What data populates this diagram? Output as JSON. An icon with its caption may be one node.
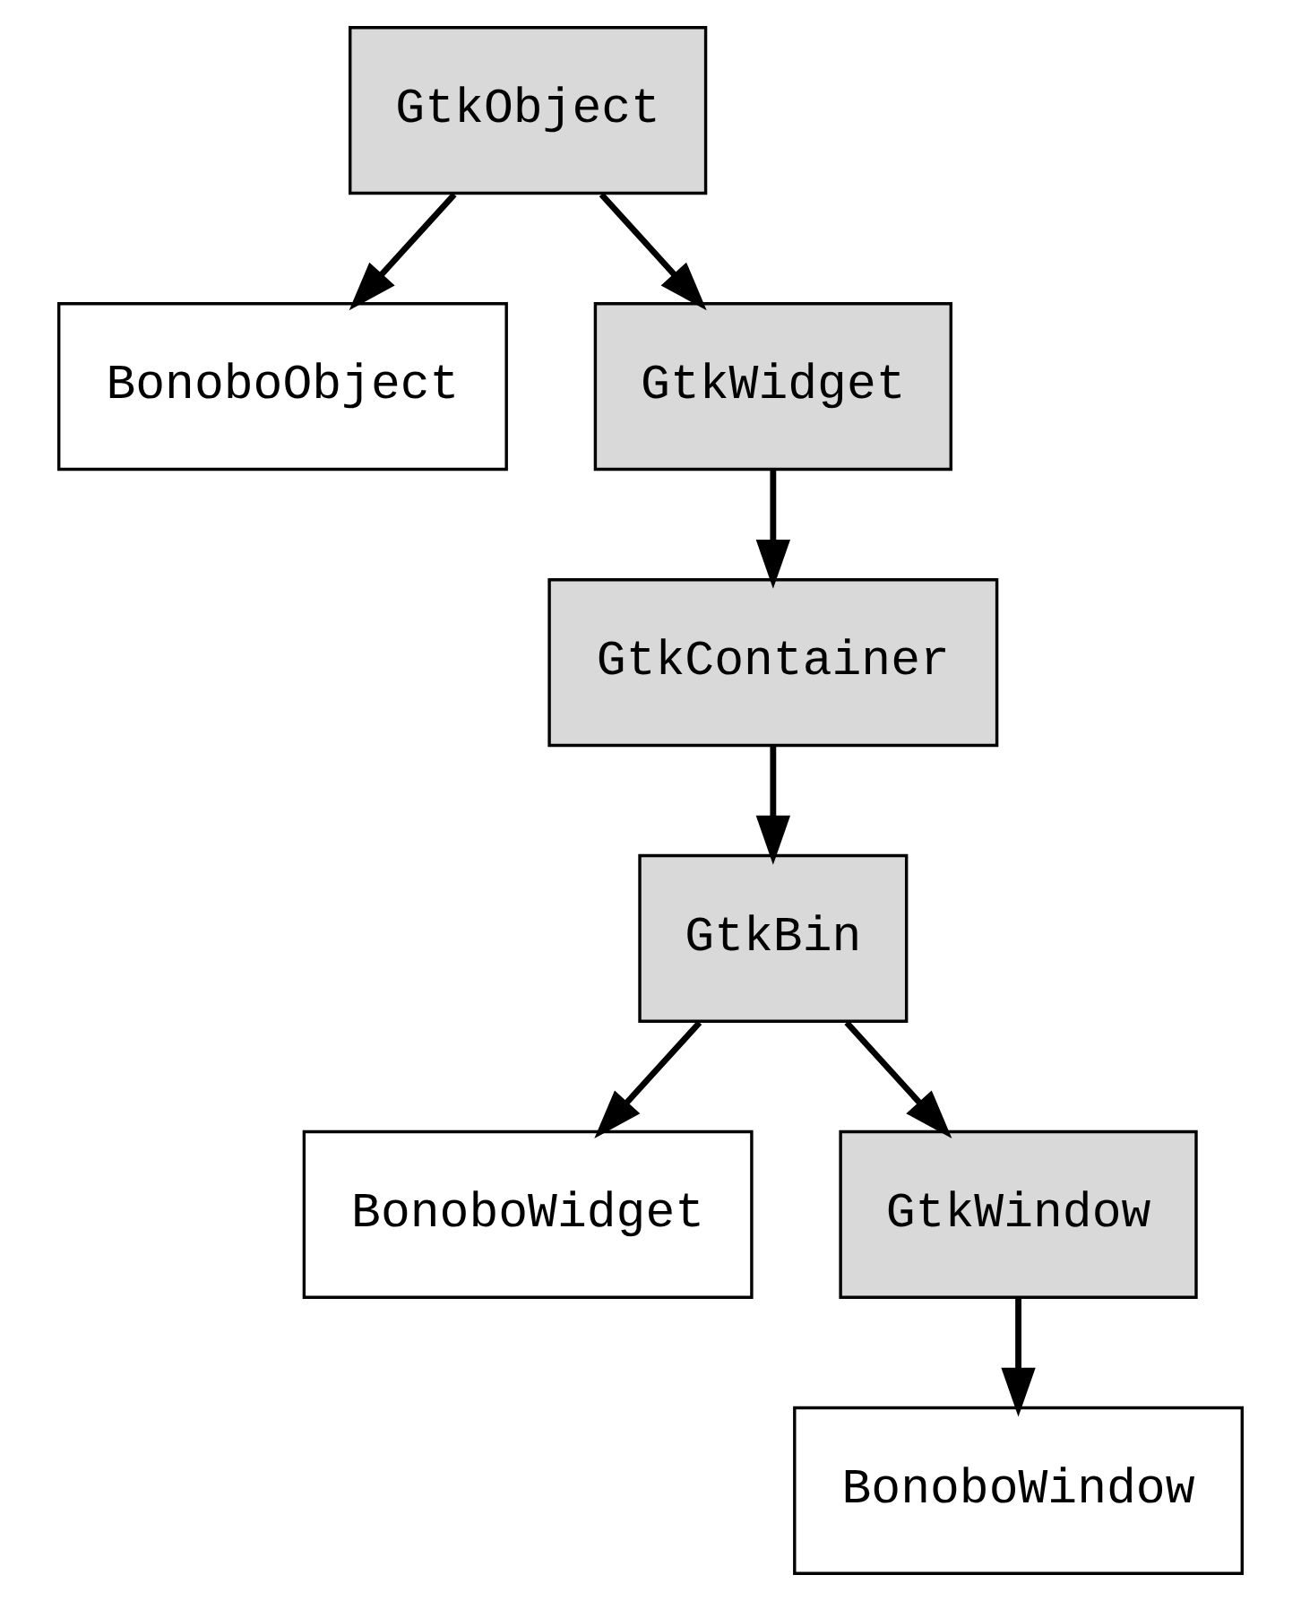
{
  "diagram": {
    "nodes": [
      {
        "text": [
          "GtkObject"
        ]
      },
      {
        "text": [
          "BonoboObject"
        ]
      },
      {
        "text": [
          "GtkWidget"
        ]
      },
      {
        "text": [
          "GtkContainer"
        ]
      },
      {
        "text": [
          "GtkBin"
        ]
      },
      {
        "text": [
          "BonoboWidget"
        ]
      },
      {
        "text": [
          "GtkWindow"
        ]
      },
      {
        "text": [
          "BonoboWindow"
        ]
      }
    ],
    "edges": [
      {
        "from": 0,
        "to": 1,
        "arrow": "to"
      },
      {
        "from": 0,
        "to": 2,
        "arrow": "to"
      },
      {
        "from": 2,
        "to": 3,
        "arrow": "to"
      },
      {
        "from": 3,
        "to": 4,
        "arrow": "to"
      },
      {
        "from": 4,
        "to": 5,
        "arrow": "to"
      },
      {
        "from": 4,
        "to": 6,
        "arrow": "to"
      },
      {
        "from": 6,
        "to": 7,
        "arrow": "to"
      }
    ]
  }
}
